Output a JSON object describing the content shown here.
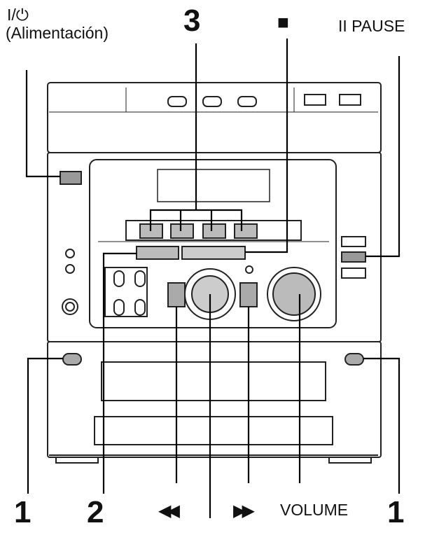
{
  "labels": {
    "power_symbol": "I/⏻",
    "power_text": "(Alimentación)",
    "num3": "3",
    "stop_symbol": "■",
    "pause": "II PAUSE",
    "num1_left": "1",
    "num2": "2",
    "rewind": "◀◀",
    "forward": "▶▶",
    "volume": "VOLUME",
    "num1_right": "1"
  }
}
